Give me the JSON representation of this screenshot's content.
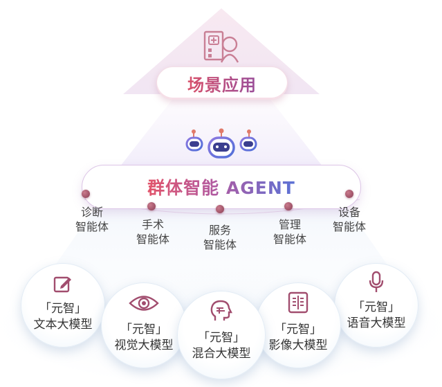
{
  "top": {
    "label": "场景应用"
  },
  "middle": {
    "label": "群体智能 AGENT"
  },
  "agents": [
    {
      "line1": "诊断",
      "line2": "智能体"
    },
    {
      "line1": "手术",
      "line2": "智能体"
    },
    {
      "line1": "服务",
      "line2": "智能体"
    },
    {
      "line1": "管理",
      "line2": "智能体"
    },
    {
      "line1": "设备",
      "line2": "智能体"
    }
  ],
  "models": [
    {
      "line1": "「元智」",
      "line2": "文本大模型",
      "icon": "edit-icon"
    },
    {
      "line1": "「元智」",
      "line2": "视觉大模型",
      "icon": "eye-icon"
    },
    {
      "line1": "「元智」",
      "line2": "混合大模型",
      "icon": "head-icon"
    },
    {
      "line1": "「元智」",
      "line2": "影像大模型",
      "icon": "xray-icon"
    },
    {
      "line1": "「元智」",
      "line2": "语音大模型",
      "icon": "microphone-icon"
    }
  ],
  "colors": {
    "accent": "#a14d6e",
    "blue": "#5b72d6",
    "pink": "#e2546a"
  }
}
